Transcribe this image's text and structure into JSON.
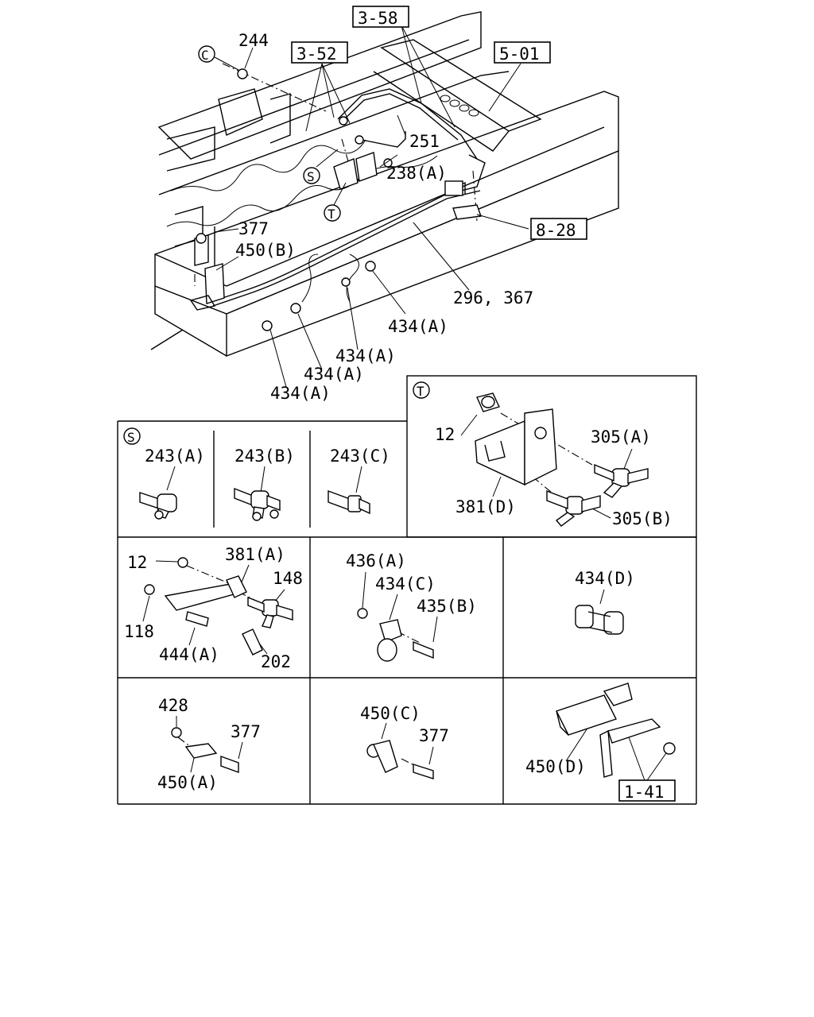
{
  "refs": {
    "r358": "3-58",
    "r352": "3-52",
    "r501": "5-01",
    "r828": "8-28",
    "r141": "1-41"
  },
  "circles": {
    "c": "C",
    "s": "S",
    "t": "T"
  },
  "main": {
    "p244": "244",
    "p251": "251",
    "p238a": "238(A)",
    "p377": "377",
    "p450b": "450(B)",
    "p296": "296, 367",
    "p434a_1": "434(A)",
    "p434a_2": "434(A)",
    "p434a_3": "434(A)",
    "p434a_4": "434(A)"
  },
  "panel_s": {
    "p243a": "243(A)",
    "p243b": "243(B)",
    "p243c": "243(C)"
  },
  "panel_t": {
    "p12": "12",
    "p305a": "305(A)",
    "p381d": "381(D)",
    "p305b": "305(B)"
  },
  "panel_1": {
    "p12": "12",
    "p381a": "381(A)",
    "p148": "148",
    "p118": "118",
    "p444a": "444(A)",
    "p202": "202"
  },
  "panel_2": {
    "p436a": "436(A)",
    "p434c": "434(C)",
    "p435b": "435(B)"
  },
  "panel_3": {
    "p434d": "434(D)"
  },
  "panel_4": {
    "p428": "428",
    "p377": "377",
    "p450a": "450(A)"
  },
  "panel_5": {
    "p450c": "450(C)",
    "p377": "377"
  },
  "panel_6": {
    "p450d": "450(D)"
  }
}
